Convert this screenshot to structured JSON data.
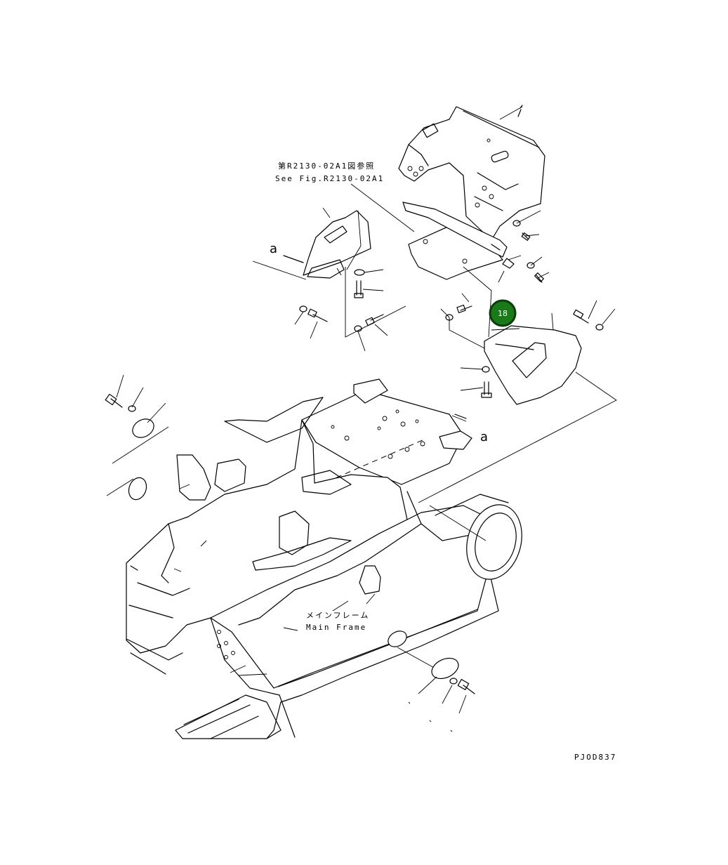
{
  "reference_label_jp": "第R2130-02A1図参照",
  "reference_label_en": "See Fig.R2130-02A1",
  "main_frame_label_jp": "メインフレーム",
  "main_frame_label_en": "Main Frame",
  "view_marker_top": "a",
  "view_marker_right": "a",
  "callout_number": "18",
  "figure_code": "PJOD837",
  "colors": {
    "callout_fill": "#1a7a1a",
    "callout_ring": "#0b3d0b",
    "line": "#000000",
    "background": "#ffffff"
  }
}
